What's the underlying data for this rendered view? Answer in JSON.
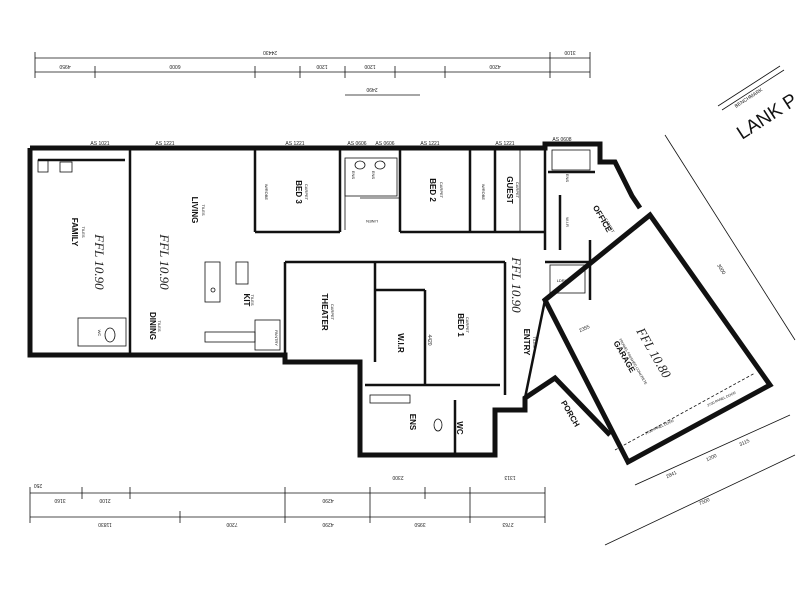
{
  "street": {
    "name": "LANK P",
    "benchmark": "BENCHMARK"
  },
  "rooms": {
    "family": {
      "name": "FAMILY",
      "finish": "TILES"
    },
    "living": {
      "name": "LIVING",
      "finish": "TILES"
    },
    "dining": {
      "name": "DINING",
      "finish": "TILES"
    },
    "kit": {
      "name": "KIT",
      "finish": "TILES"
    },
    "pantry": {
      "name": "PANTRY"
    },
    "wc_left": {
      "name": "WC"
    },
    "bed3": {
      "name": "BED 3",
      "finish": "CARPET"
    },
    "bed2": {
      "name": "BED 2",
      "finish": "CARPET"
    },
    "guest": {
      "name": "GUEST",
      "finish": "CARPET"
    },
    "wirobe1": {
      "name": "W/ROBE"
    },
    "wirobe2": {
      "name": "W/ROBE"
    },
    "ens1": {
      "name": "ENS"
    },
    "ens2": {
      "name": "ENS"
    },
    "ens3": {
      "name": "ENS"
    },
    "linen": {
      "name": "LINEN"
    },
    "theater": {
      "name": "THEATER",
      "finish": "CARPET"
    },
    "wir": {
      "name": "W.I.R"
    },
    "bed1": {
      "name": "BED 1",
      "finish": "CARPET"
    },
    "ens_bed1": {
      "name": "ENS"
    },
    "wc_bed1": {
      "name": "WC"
    },
    "entry": {
      "name": "ENTRY",
      "finish": "TILES"
    },
    "porch": {
      "name": "PORCH"
    },
    "office": {
      "name": "OFFICE",
      "finish": "CARPET"
    },
    "wir_office": {
      "name": "W.I.R"
    },
    "laundry": {
      "name": "LDRY"
    },
    "garage": {
      "name": "GARAGE",
      "finish": "TROWEL FINISHED CONCRETE"
    }
  },
  "levels": {
    "family": "FFL 10.90",
    "living": "FFL 10.90",
    "entry": "FFL 10.90",
    "garage": "FFL 10.80"
  },
  "dimensions": {
    "top": [
      "4950",
      "6000",
      "1200",
      "1200",
      "4200",
      "3100"
    ],
    "top_total": "24430",
    "top_sub": "2490",
    "bottom_row1": [
      "250",
      "3160",
      "2100",
      "4290",
      "2300",
      "1313"
    ],
    "bottom_row2": [
      "11830",
      "7200",
      "4290",
      "3950",
      "2763"
    ],
    "garage_side": [
      "3000",
      "2355",
      "7500",
      "2841",
      "1200",
      "3115"
    ],
    "garage_panels": [
      "2700 PANEL DOOR",
      "2700 PANEL DOOR"
    ],
    "bed1_depth": "4420",
    "sill_labels": [
      "AS 1021",
      "AS 1221",
      "AS 1221",
      "AS 0606",
      "AS 0606",
      "AS 1221",
      "AS 1221",
      "AS 0608"
    ]
  }
}
